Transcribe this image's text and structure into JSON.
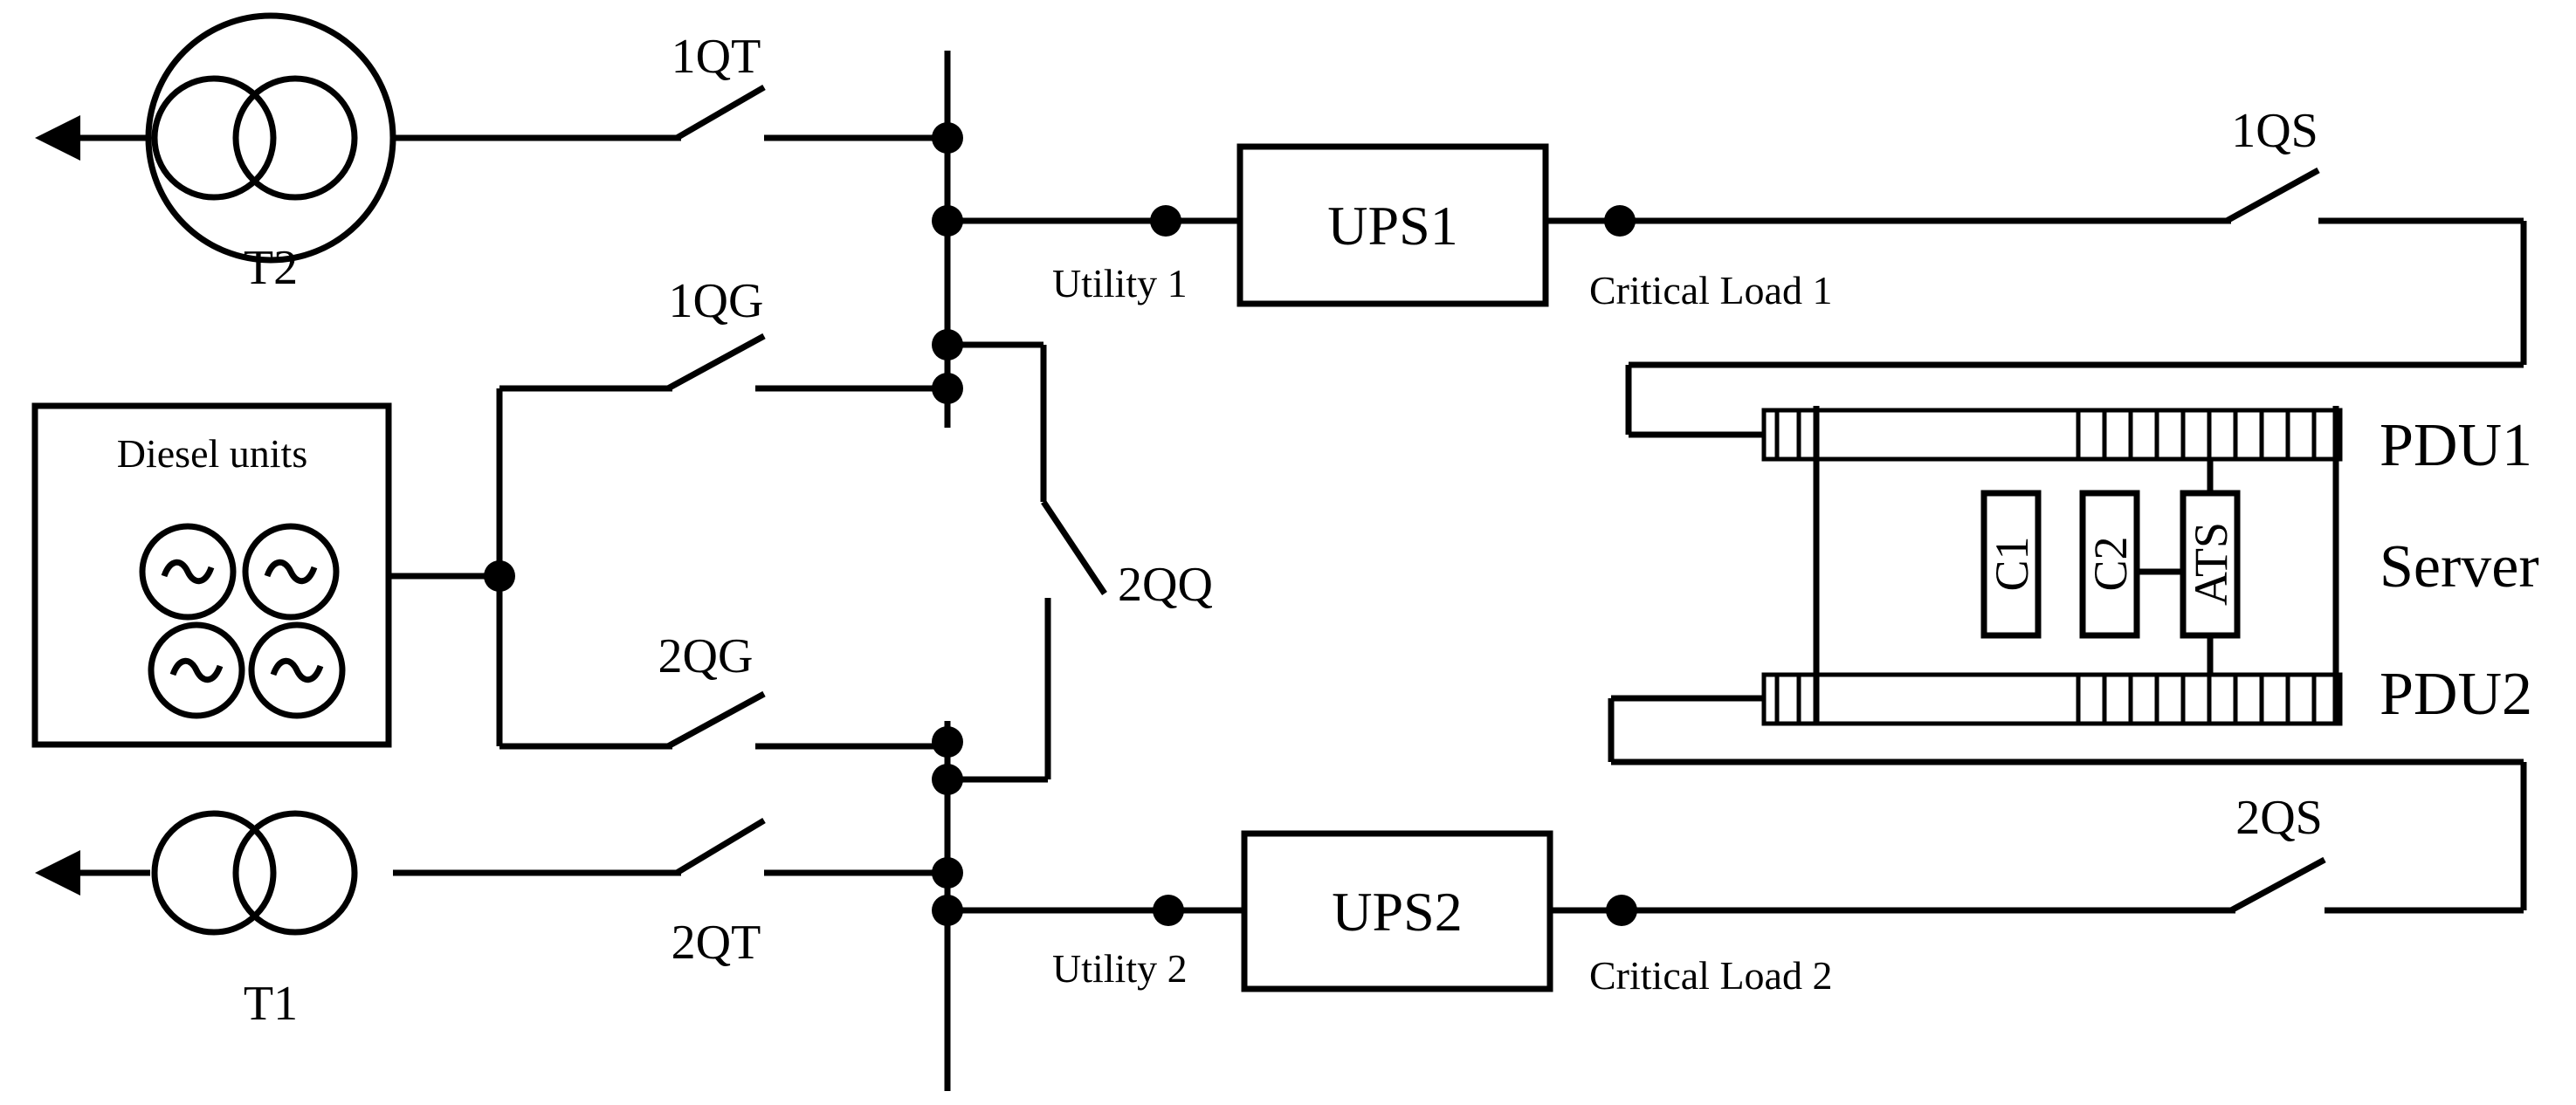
{
  "labels": {
    "t2": "T2",
    "t1": "T1",
    "q1qt": "1QT",
    "q2qt": "2QT",
    "q1qg": "1QG",
    "q2qg": "2QG",
    "q2qq": "2QQ",
    "q1qs": "1QS",
    "q2qs": "2QS",
    "ups1": "UPS1",
    "ups2": "UPS2",
    "utility1": "Utility 1",
    "utility2": "Utility 2",
    "critical_load1": "Critical Load 1",
    "critical_load2": "Critical Load 2",
    "diesel_units": "Diesel units",
    "pdu1": "PDU1",
    "pdu2": "PDU2",
    "server": "Server",
    "c1": "C1",
    "c2": "C2",
    "ats": "ATS"
  },
  "colors": {
    "line": "#000000",
    "background": "#ffffff"
  }
}
